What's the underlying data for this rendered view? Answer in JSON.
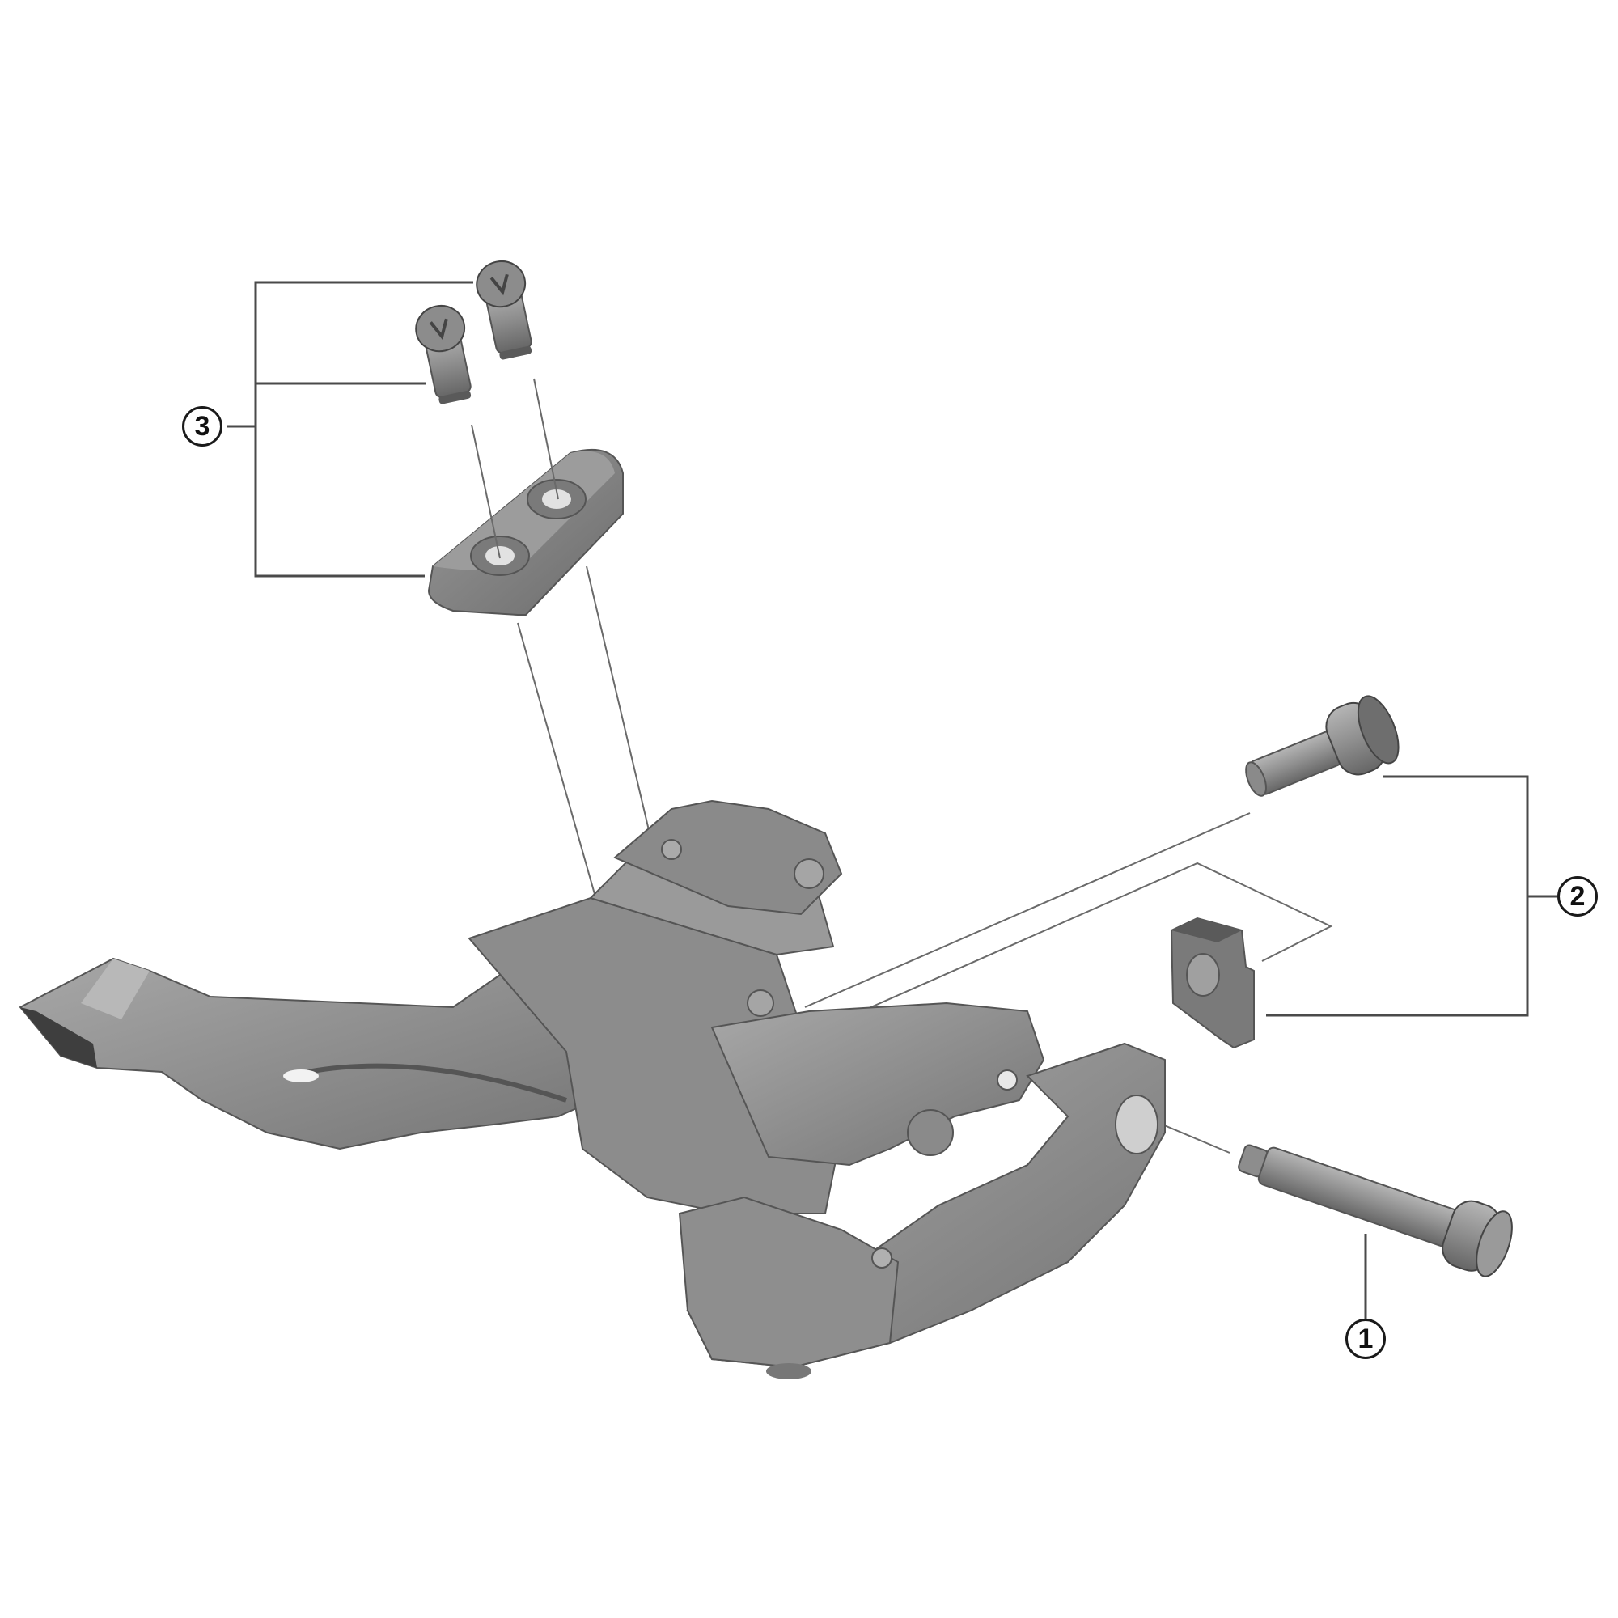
{
  "diagram": {
    "subject": "Bicycle front derailleur exploded parts view",
    "colors": {
      "background": "#ffffff",
      "part_light": "#a6a6a6",
      "part_mid": "#8a8a8a",
      "part_dark": "#5e5e5e",
      "leader_line": "#4a4a4a",
      "callout_text": "#111111"
    },
    "callouts": [
      {
        "number": "1",
        "target": "Clamp bolt (long socket-head cap screw)"
      },
      {
        "number": "2",
        "target": "Fixing bolt and square nut set"
      },
      {
        "number": "3",
        "target": "Mounting plate with two adjustment screws"
      }
    ]
  }
}
